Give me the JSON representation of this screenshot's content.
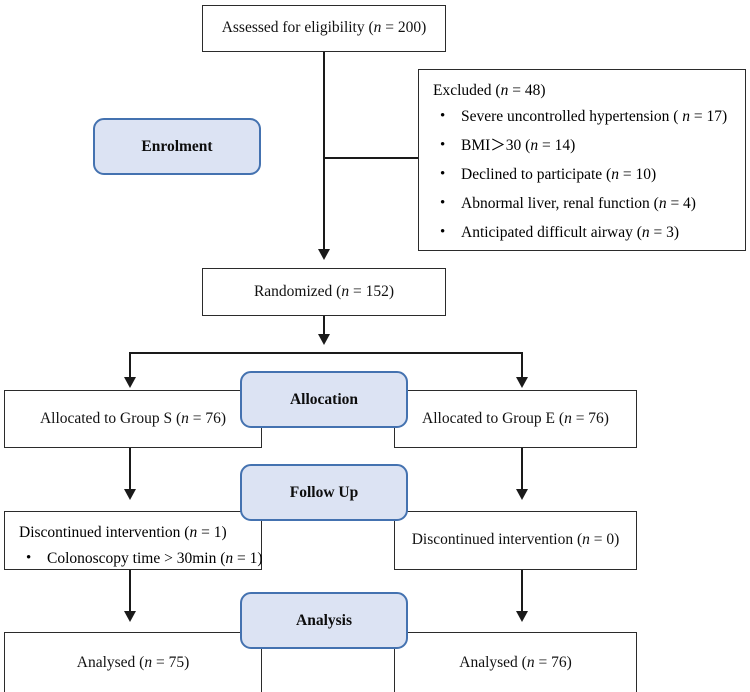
{
  "diagram": {
    "type": "consort-flow-diagram",
    "colors": {
      "badge_fill": "#dce3f3",
      "badge_border": "#4472b0",
      "box_border": "#2b2b2b",
      "line": "#1a1a1a",
      "background": "#ffffff"
    }
  },
  "stages": {
    "enrolment": "Enrolment",
    "allocation": "Allocation",
    "follow_up": "Follow Up",
    "analysis": "Analysis"
  },
  "nodes": {
    "assessed": "Assessed for eligibility (n = 200)",
    "randomized": "Randomized (n = 152)",
    "excluded": {
      "title": "Excluded (n = 48)",
      "reasons": [
        "Severe uncontrolled hypertension ( n = 17)",
        "BMI＞30 (n = 14)",
        "Declined to participate (n = 10)",
        "Abnormal liver, renal function (n = 4)",
        "Anticipated difficult airway (n = 3)"
      ]
    },
    "allocated_left": "Allocated to Group S (n = 76)",
    "allocated_right": "Allocated to Group E (n = 76)",
    "followup_left": {
      "title": "Discontinued intervention  (n = 1)",
      "reasons": [
        "Colonoscopy time > 30min (n = 1)"
      ]
    },
    "followup_right": "Discontinued intervention (n = 0)",
    "analysed_left": "Analysed (n = 75)",
    "analysed_right": "Analysed (n = 76)"
  }
}
